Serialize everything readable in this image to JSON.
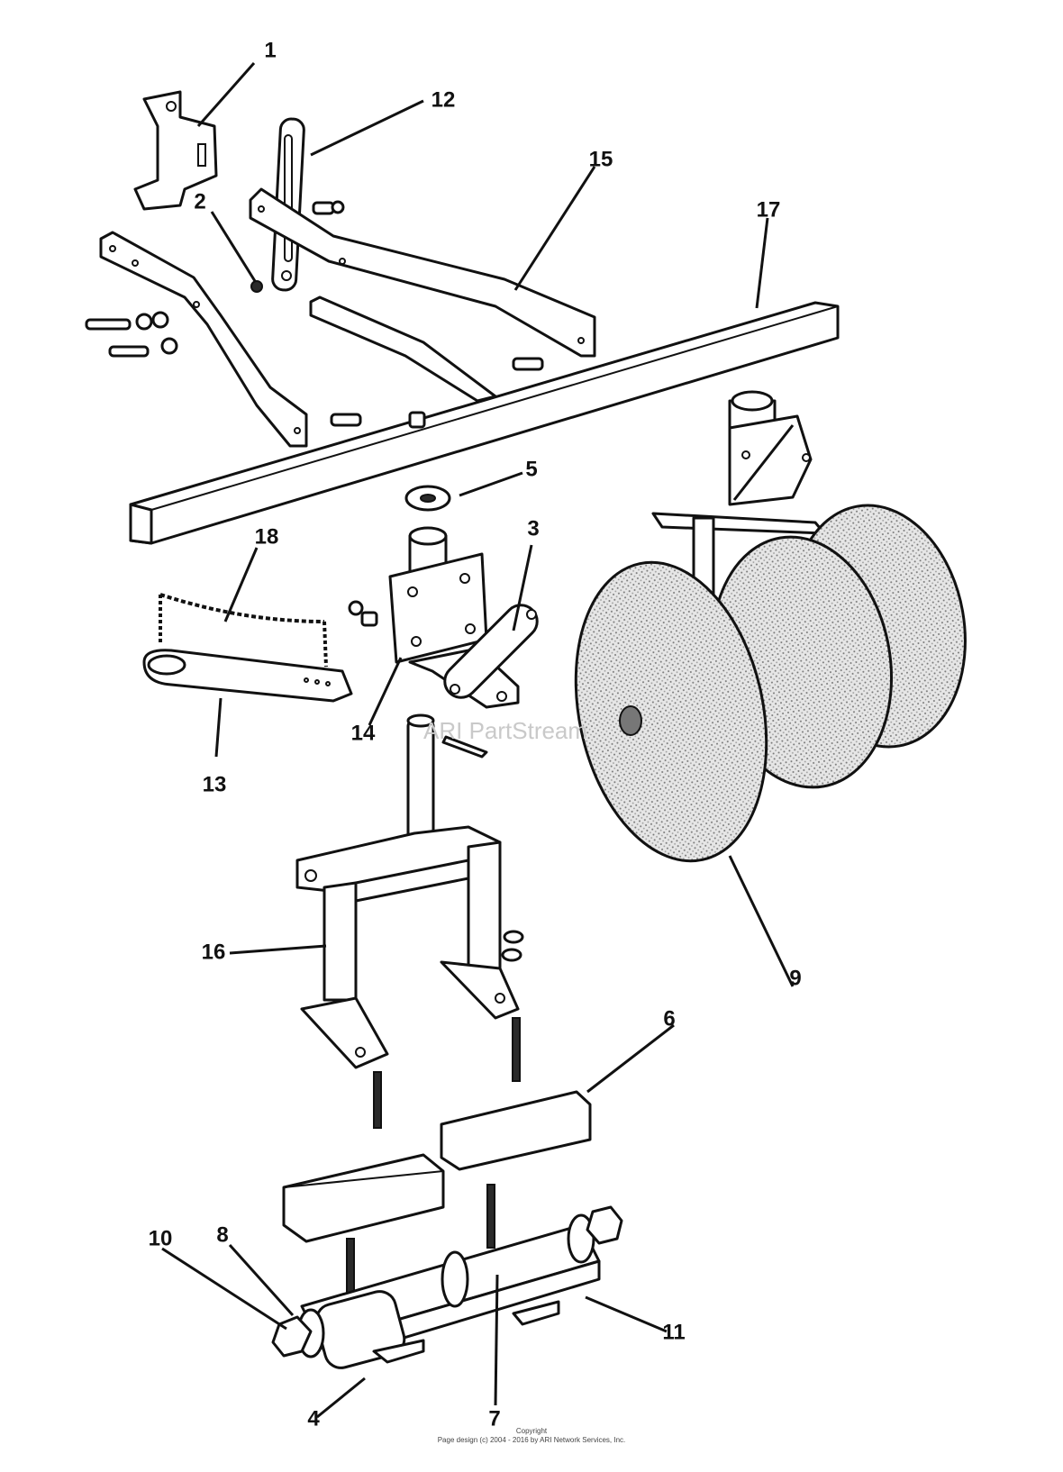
{
  "watermark": "ARI PartStream",
  "footer": {
    "line1": "Copyright",
    "line2": "Page design (c) 2004 - 2016 by ARI Network Services, Inc."
  },
  "callouts": [
    "1",
    "2",
    "3",
    "4",
    "5",
    "6",
    "7",
    "8",
    "9",
    "10",
    "11",
    "12",
    "13",
    "14",
    "15",
    "16",
    "17",
    "18"
  ]
}
